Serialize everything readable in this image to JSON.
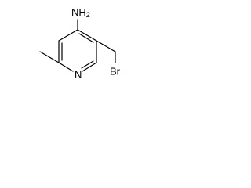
{
  "molecule": {
    "atoms": {
      "amine": {
        "symbol": "NH",
        "subscript": "2"
      },
      "ring_nitrogen": {
        "symbol": "N"
      },
      "bromine": {
        "symbol": "Br"
      }
    },
    "substituents": [
      "amino",
      "bromomethyl",
      "methyl"
    ],
    "ring": "pyridine"
  }
}
